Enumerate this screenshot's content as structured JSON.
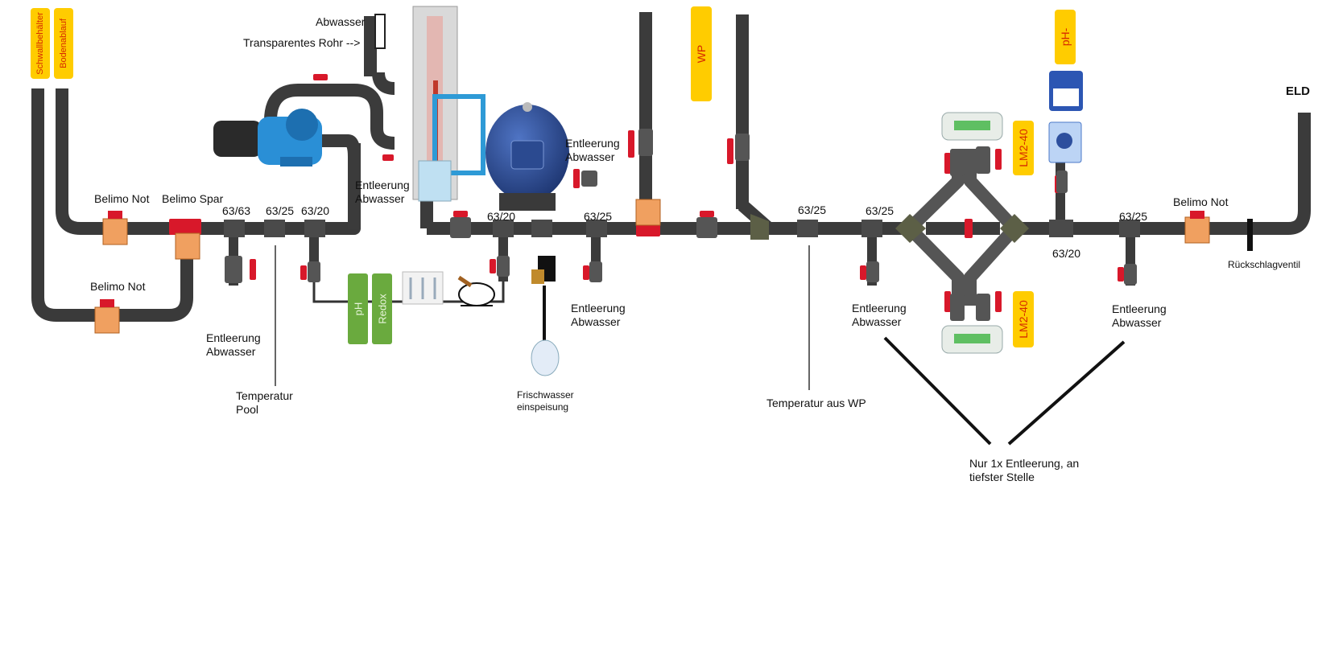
{
  "tags": {
    "schwallbehaelter": "Schwallbehälter",
    "bodenablauf": "Bodenablauf",
    "wp": "WP",
    "ph_minus": "pH-",
    "lm2_top": "LM2-40",
    "lm2_bottom": "LM2-40",
    "ph": "pH",
    "redox": "Redox"
  },
  "labels": {
    "abwasser": "Abwasser",
    "transparentes_rohr": "Transparentes Rohr -->",
    "eld": "ELD",
    "belimo_not_1": "Belimo Not",
    "belimo_spar": "Belimo Spar",
    "belimo_not_2": "Belimo Not",
    "belimo_not_3": "Belimo Not",
    "t_63_63": "63/63",
    "t_63_25_a": "63/25",
    "t_63_20_a": "63/20",
    "t_63_20_b": "63/20",
    "t_63_25_b": "63/25",
    "t_63_25_c": "63/25",
    "t_63_25_d": "63/25",
    "t_63_25_e": "63/25",
    "t_63_20_c": "63/20",
    "entleerung_pump_1": "Entleerung",
    "entleerung_pump_2": "Abwasser",
    "entleerung_filter_1": "Entleerung",
    "entleerung_filter_2": "Abwasser",
    "entleerung_left_1": "Entleerung",
    "entleerung_left_2": "Abwasser",
    "entleerung_mid_1": "Entleerung",
    "entleerung_mid_2": "Abwasser",
    "entleerung_cell_l_1": "Entleerung",
    "entleerung_cell_l_2": "Abwasser",
    "entleerung_cell_r_1": "Entleerung",
    "entleerung_cell_r_2": "Abwasser",
    "temperatur_pool_1": "Temperatur",
    "temperatur_pool_2": "Pool",
    "frischwasser_1": "Frischwasser",
    "frischwasser_2": "einspeisung",
    "temperatur_wp": "Temperatur aus WP",
    "rueckschlag": "Rückschlagventil",
    "nur_1": "Nur 1x Entleerung, an",
    "nur_2": "tiefster Stelle"
  },
  "colors": {
    "pipe": "#4a4a4a",
    "pipe_dark": "#2f2f2f",
    "valve_red": "#d8182a",
    "tag_yellow": "#ffcc00",
    "tag_text": "#d62a00",
    "tag_green": "#6aaa3e",
    "pump_blue": "#2a8fd6",
    "filter_blue": "#2d4f9e",
    "actuator_orange": "#f0a060"
  }
}
